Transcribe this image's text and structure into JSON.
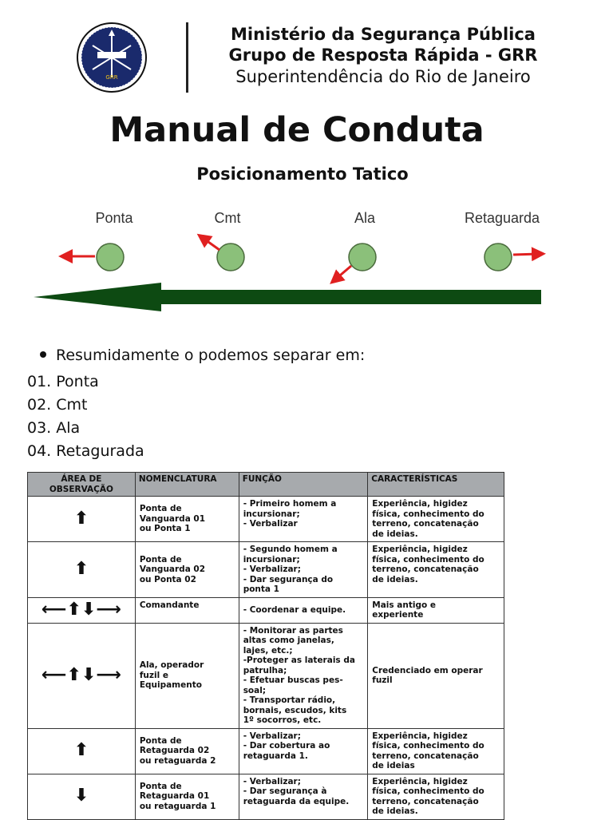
{
  "header": {
    "line1": "Ministério da Segurança Pública",
    "line2": "Grupo de Resposta Rápida - GRR",
    "line3": "Superintendência do Rio de Janeiro",
    "logo_text": "GRR"
  },
  "title": "Manual de Conduta",
  "subtitle": "Posicionamento Tatico",
  "diagram": {
    "positions": [
      "Ponta",
      "Cmt",
      "Ala",
      "Retaguarda"
    ]
  },
  "bullet": "Resumidamente o podemos separar em:",
  "list": [
    "01. Ponta",
    "02. Cmt",
    "03. Ala",
    "04. Retagurada"
  ],
  "table": {
    "headers": [
      "ÁREA DE OBSERVAÇÃO",
      "NOMENCLATURA",
      "FUNÇÃO",
      "CARACTERÍSTICAS"
    ],
    "rows": [
      {
        "area": "⬆",
        "nomenclatura": "Ponta de\nVanguarda 01\nou Ponta 1",
        "funcao": "- Primeiro homem a\nincursionar;\n- Verbalizar",
        "caracteristicas": "Experiência, higidez\nfísica, conhecimento do\nterreno, concatenação\nde ideias."
      },
      {
        "area": "⬆",
        "nomenclatura": "Ponta de\nVanguarda 02\nou Ponta 02",
        "funcao": "- Segundo homem a\nincursionar;\n- Verbalizar;\n- Dar segurança do\nponta 1",
        "caracteristicas": "Experiência, higidez\nfísica, conhecimento do\nterreno, concatenação\nde ideias."
      },
      {
        "area": "⟵⬆⬇⟶",
        "nomenclatura": "Comandante",
        "funcao": "- Coordenar a equipe.",
        "caracteristicas": "Mais antigo e\nexperiente"
      },
      {
        "area": "⟵⬆⬇⟶",
        "nomenclatura": "Ala, operador\nfuzil e\nEquipamento",
        "funcao": "- Monitorar as partes\naltas como janelas,\nlajes, etc.;\n-Proteger as laterais da\npatrulha;\n- Efetuar buscas pes-\nsoal;\n- Transportar rádio,\nbornais, escudos, kits\n1º socorros, etc.",
        "caracteristicas": "Credenciado em operar\nfuzil"
      },
      {
        "area": "⬆",
        "nomenclatura": "Ponta de\nRetaguarda 02\nou retaguarda 2",
        "funcao": "- Verbalizar;\n- Dar cobertura ao\nretaguarda 1.",
        "caracteristicas": "Experiência, higidez\nfísica, conhecimento do\nterreno, concatenação\nde ideias"
      },
      {
        "area": "⬇",
        "nomenclatura": "Ponta de\nRetaguarda 01\nou retaguarda 1",
        "funcao": "- Verbalizar;\n- Dar segurança à\nretaguarda da equipe.",
        "caracteristicas": "Experiência, higidez\nfísica, conhecimento do\nterreno, concatenação\nde ideias."
      }
    ]
  },
  "colors": {
    "circle": "#8bc07a",
    "circle_stroke": "#4a6b3c",
    "red_arrow": "#e02020",
    "big_arrow": "#0d4a12",
    "header_bg": "#a7aaad",
    "logo_navy": "#1a2a6c"
  }
}
